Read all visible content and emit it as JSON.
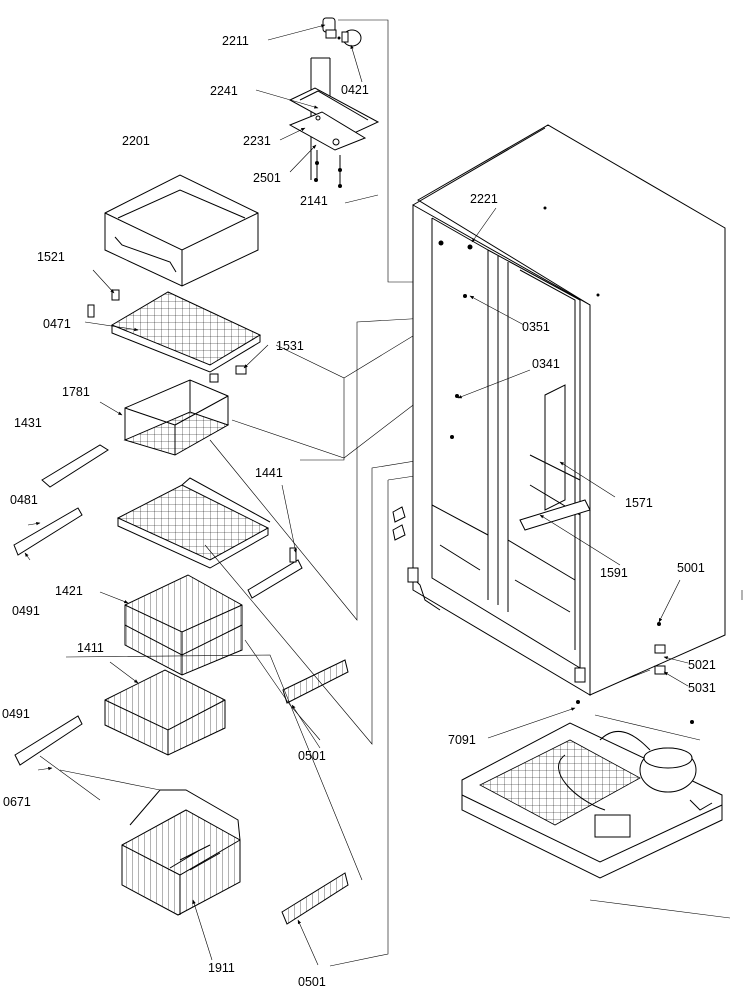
{
  "diagram": {
    "labels": [
      {
        "id": "2211",
        "text": "2211"
      },
      {
        "id": "0421",
        "text": "0421"
      },
      {
        "id": "2241",
        "text": "2241"
      },
      {
        "id": "2231",
        "text": "2231"
      },
      {
        "id": "2501",
        "text": "2501"
      },
      {
        "id": "2141",
        "text": "2141"
      },
      {
        "id": "2201",
        "text": "2201"
      },
      {
        "id": "2221",
        "text": "2221"
      },
      {
        "id": "1521",
        "text": "1521"
      },
      {
        "id": "0471",
        "text": "0471"
      },
      {
        "id": "1531",
        "text": "1531"
      },
      {
        "id": "0351",
        "text": "0351"
      },
      {
        "id": "0341",
        "text": "0341"
      },
      {
        "id": "1781",
        "text": "1781"
      },
      {
        "id": "1431",
        "text": "1431"
      },
      {
        "id": "1441",
        "text": "1441"
      },
      {
        "id": "1571",
        "text": "1571"
      },
      {
        "id": "0481",
        "text": "0481"
      },
      {
        "id": "1591",
        "text": "1591"
      },
      {
        "id": "1421",
        "text": "1421"
      },
      {
        "id": "0491a",
        "text": "0491"
      },
      {
        "id": "5001",
        "text": "5001"
      },
      {
        "id": "5021",
        "text": "5021"
      },
      {
        "id": "5031",
        "text": "5031"
      },
      {
        "id": "1411",
        "text": "1411"
      },
      {
        "id": "0491b",
        "text": "0491"
      },
      {
        "id": "0501a",
        "text": "0501"
      },
      {
        "id": "7091",
        "text": "7091"
      },
      {
        "id": "0671",
        "text": "0671"
      },
      {
        "id": "1911",
        "text": "1911"
      },
      {
        "id": "0501b",
        "text": "0501"
      }
    ]
  }
}
